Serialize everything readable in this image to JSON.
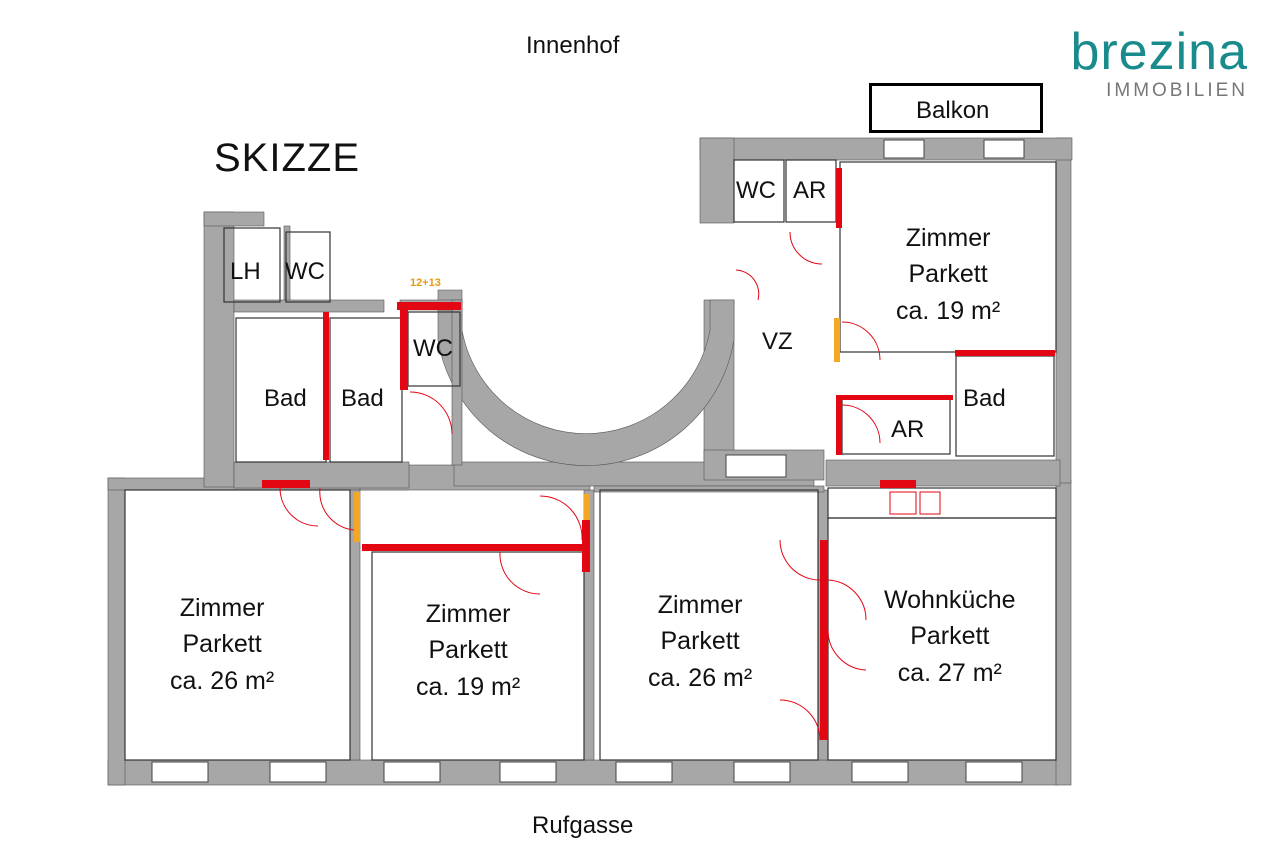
{
  "title": "SKIZZE",
  "streets": {
    "top": "Innenhof",
    "bottom": "Rufgasse"
  },
  "logo": {
    "name": "brezina",
    "sub": "IMMOBILIEN",
    "color": "#1a8b8c"
  },
  "balkon": "Balkon",
  "stair_marker": "12+13",
  "rooms": {
    "lh": "LH",
    "wc_left": "WC",
    "wc_mid": "WC",
    "wc_right": "WC",
    "ar_top": "AR",
    "ar_bottom": "AR",
    "bad_left": "Bad",
    "bad_mid": "Bad",
    "bad_right": "Bad",
    "vz": "VZ",
    "zimmer_ne": {
      "name": "Zimmer",
      "floor": "Parkett",
      "area": "ca. 19 m²"
    },
    "zimmer_1": {
      "name": "Zimmer",
      "floor": "Parkett",
      "area": "ca. 26 m²"
    },
    "zimmer_2": {
      "name": "Zimmer",
      "floor": "Parkett",
      "area": "ca. 19 m²"
    },
    "zimmer_3": {
      "name": "Zimmer",
      "floor": "Parkett",
      "area": "ca. 26 m²"
    },
    "kueche": {
      "name": "Wohnküche",
      "floor": "Parkett",
      "area": "ca. 27 m²"
    }
  },
  "colors": {
    "wall": "#a7a7a7",
    "door_new": "#e30613",
    "accent": "#f5a623"
  }
}
